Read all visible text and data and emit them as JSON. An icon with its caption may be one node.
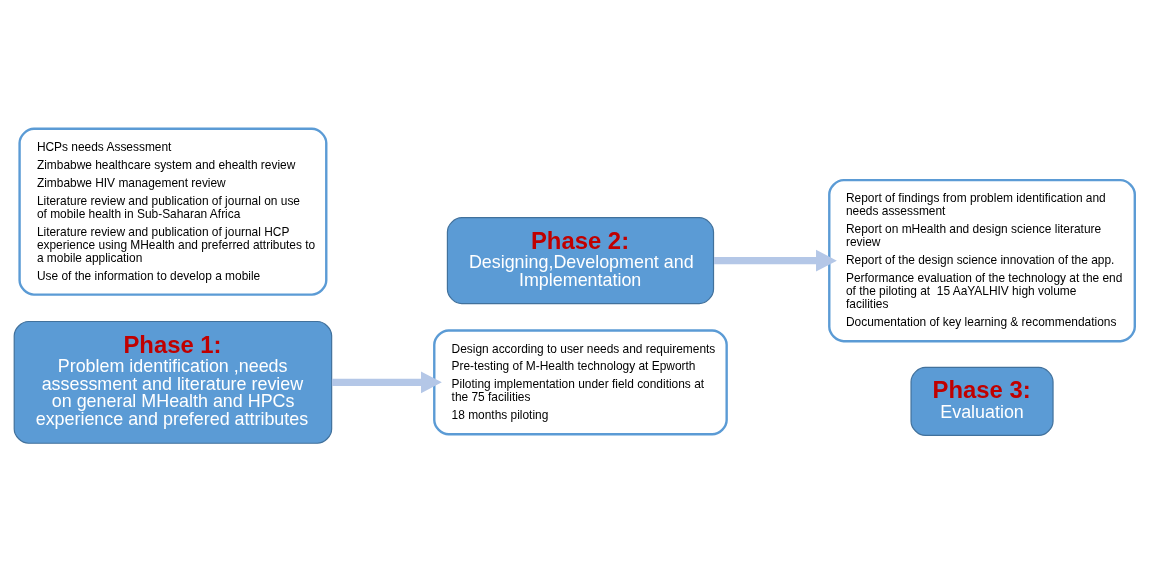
{
  "diagram": {
    "nodes": [
      {
        "text": [
          "HCPs needs Assessment",
          "Zimbabwe healthcare system and ehealth review",
          "Zimbabwe HIV management review",
          "Literature review and publication of journal on use of mobile health in Sub-Saharan Africa",
          "Literature review and publication of journal HCP experience using MHealth and preferred attributes to a mobile application",
          "Use of the information to develop a mobile"
        ]
      },
      {
        "text": [
          "Phase 1:",
          "Problem identification ,needs assessment and literature review on general MHealth and HPCs experience and prefered attributes"
        ]
      },
      {
        "text": [
          "Phase 2:",
          "Designing,Development and Implementation"
        ]
      },
      {
        "text": [
          "Design according to user needs and requirements",
          "Pre-testing of M-Health technology at Epworth",
          "Piloting implementation under field conditions at the 75 facilities",
          "18 months piloting"
        ]
      },
      {
        "text": [
          "Report of findings from problem identification and needs assessment",
          "Report on mHealth and design science literature review",
          "Report of the design science innovation of the app.",
          "Performance evaluation of the technology at the end of the piloting at  15 AaYALHIV high volume facilities",
          "Documentation of key learning & recommendations"
        ]
      },
      {
        "text": [
          "Phase 3:",
          "Evaluation"
        ]
      }
    ],
    "edges": [
      {
        "from": 1,
        "to": 3,
        "arrow": "to"
      },
      {
        "from": 2,
        "to": 4,
        "arrow": "to"
      }
    ]
  }
}
